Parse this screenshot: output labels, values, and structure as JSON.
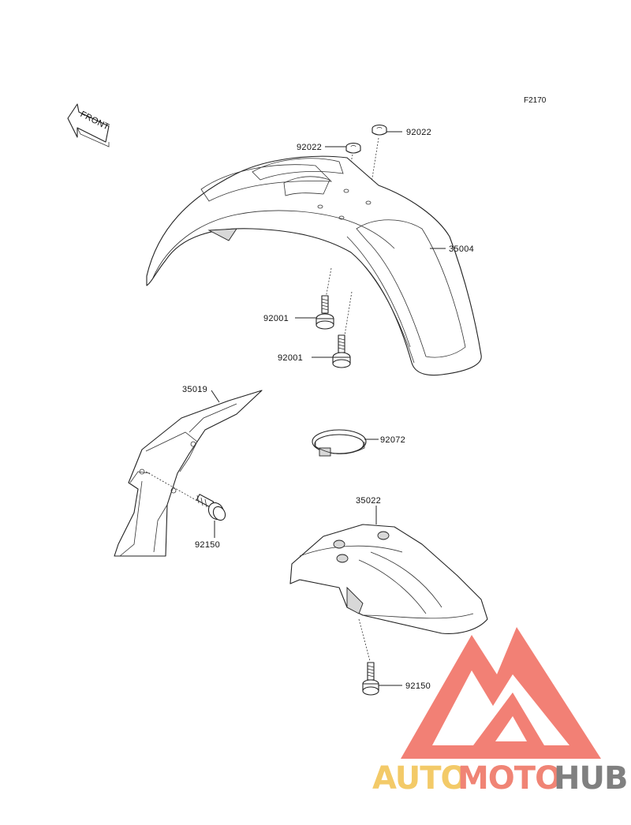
{
  "drawing_code": "F2170",
  "front_label": "FRONT",
  "parts": {
    "washer_a": "92022",
    "washer_b": "92022",
    "front_fender": "35004",
    "bolt_a": "92001",
    "bolt_b": "92001",
    "guard": "35019",
    "band": "92072",
    "bolt_c": "92150",
    "rear_fender": "35022",
    "bolt_d": "92150"
  },
  "watermark": {
    "part1": "AUTO",
    "part2": "MOTO",
    "part3": "HUB",
    "colors": {
      "auto": "#f2c14e",
      "moto": "#ee6f5e",
      "hub": "#6b6b6b",
      "triangle": "#f06b5e"
    }
  }
}
